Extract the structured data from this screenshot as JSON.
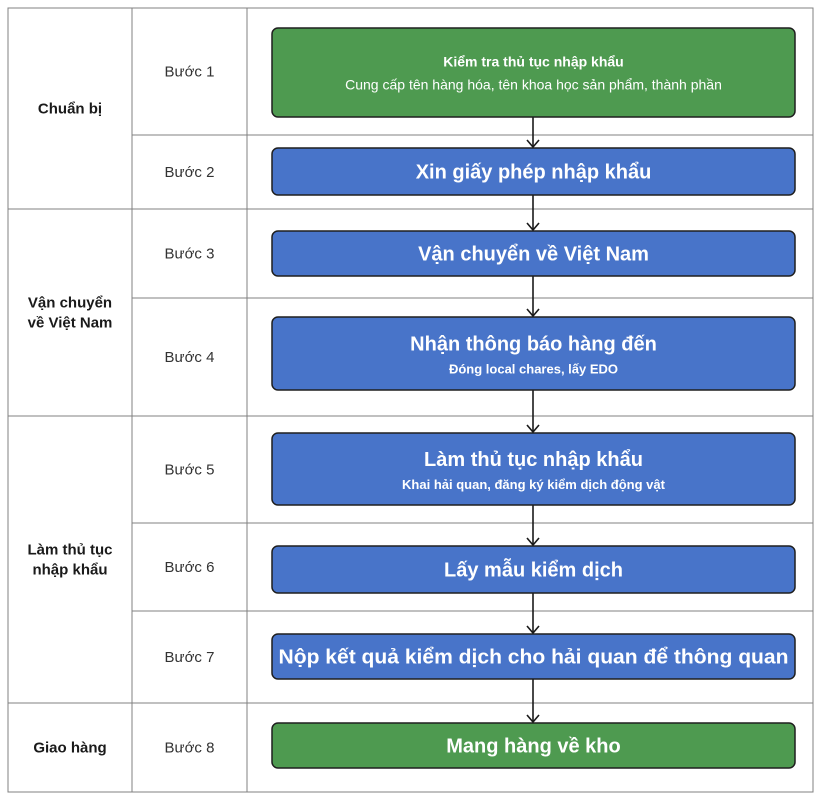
{
  "phases": [
    {
      "label_lines": [
        "Chuẩn bị"
      ]
    },
    {
      "label_lines": [
        "Vận chuyển",
        "về Việt Nam"
      ]
    },
    {
      "label_lines": [
        "Làm thủ tục",
        "nhập khẩu"
      ]
    },
    {
      "label_lines": [
        "Giao hàng"
      ]
    }
  ],
  "steps": [
    {
      "label": "Bước 1",
      "title": "Kiểm tra thủ tục nhập khẩu",
      "subtitle": "Cung cấp tên hàng hóa, tên khoa học sản phẩm, thành phần",
      "color": "green"
    },
    {
      "label": "Bước 2",
      "title": "Xin giấy phép nhập khẩu",
      "subtitle": "",
      "color": "blue"
    },
    {
      "label": "Bước 3",
      "title": "Vận chuyển về Việt Nam",
      "subtitle": "",
      "color": "blue"
    },
    {
      "label": "Bước 4",
      "title": "Nhận thông báo hàng đến",
      "subtitle": "Đóng local chares, lấy EDO",
      "color": "blue"
    },
    {
      "label": "Bước 5",
      "title": "Làm thủ tục nhập khẩu",
      "subtitle": "Khai hải quan, đăng ký kiểm dịch động vật",
      "color": "blue"
    },
    {
      "label": "Bước 6",
      "title": "Lấy mẫu kiểm dịch",
      "subtitle": "",
      "color": "blue"
    },
    {
      "label": "Bước 7",
      "title": "Nộp kết quả kiểm dịch cho hải quan để thông quan",
      "subtitle": "",
      "color": "blue"
    },
    {
      "label": "Bước 8",
      "title": "Mang hàng về kho",
      "subtitle": "",
      "color": "green"
    }
  ],
  "colors": {
    "green": "#4e9a50",
    "blue": "#4874c9",
    "border": "#808080",
    "arrow": "#1a1a1a"
  }
}
